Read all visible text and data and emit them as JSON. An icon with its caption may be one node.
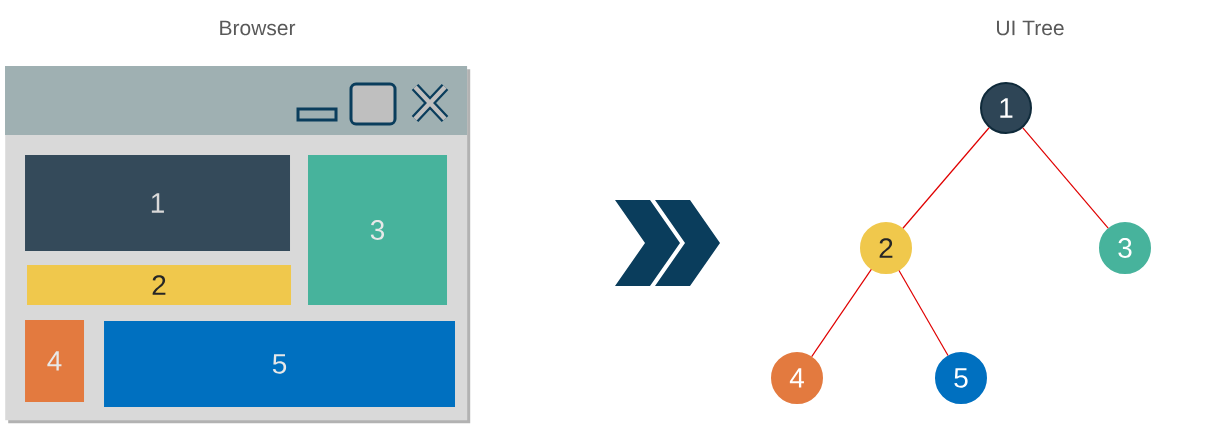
{
  "diagram": {
    "nodes": [
      {
        "text": [
          "Browser"
        ]
      },
      {
        "text": [
          "1"
        ],
        "in": 0
      },
      {
        "text": [
          "3"
        ],
        "in": 0
      },
      {
        "text": [
          "2"
        ],
        "in": 0
      },
      {
        "text": [
          "4"
        ],
        "in": 0
      },
      {
        "text": [
          "5"
        ],
        "in": 0
      },
      {
        "text": [
          "1"
        ]
      },
      {
        "text": [
          "2"
        ]
      },
      {
        "text": [
          "3"
        ]
      },
      {
        "text": [
          "4"
        ]
      },
      {
        "text": [
          "5"
        ]
      }
    ],
    "edges": [
      {
        "from": 6,
        "to": 7,
        "arrow": "none"
      },
      {
        "from": 6,
        "to": 8,
        "arrow": "none"
      },
      {
        "from": 7,
        "to": 9,
        "arrow": "none"
      },
      {
        "from": 7,
        "to": 10,
        "arrow": "none"
      }
    ],
    "labels": [
      "UI Tree"
    ]
  }
}
